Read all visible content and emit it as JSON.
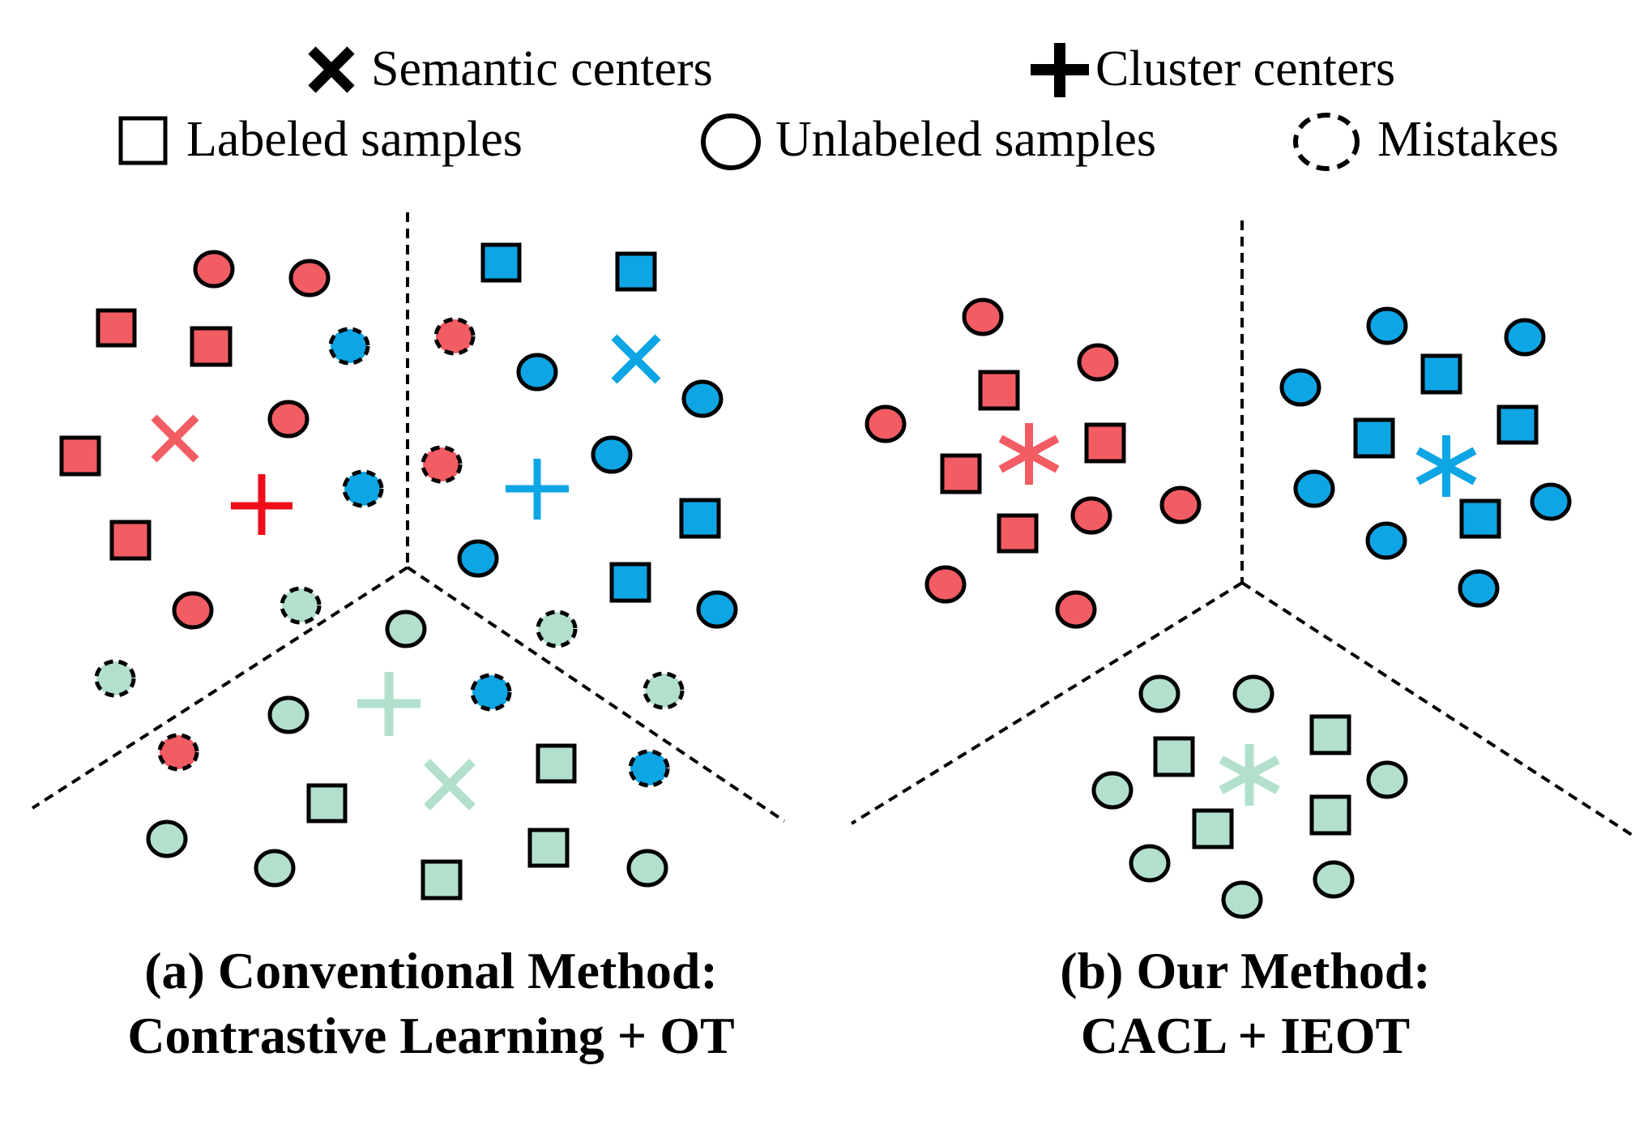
{
  "legend": {
    "semantic_centers": "Semantic centers",
    "cluster_centers": "Cluster centers",
    "labeled_samples": "Labeled samples",
    "unlabeled_samples": "Unlabeled samples",
    "mistakes": "Mistakes"
  },
  "colors": {
    "red": "#f25c63",
    "blue": "#0ea5e4",
    "green": "#b2e0cd",
    "cross_red": "#f25c63",
    "plus_red": "#f00d1b",
    "black": "#000000"
  },
  "panels": [
    {
      "id": "a",
      "caption_line1": "(a) Conventional Method:",
      "caption_line2": "Contrastive Learning + OT"
    },
    {
      "id": "b",
      "caption_line1": "(b) Our Method:",
      "caption_line2": "CACL + IEOT"
    }
  ]
}
